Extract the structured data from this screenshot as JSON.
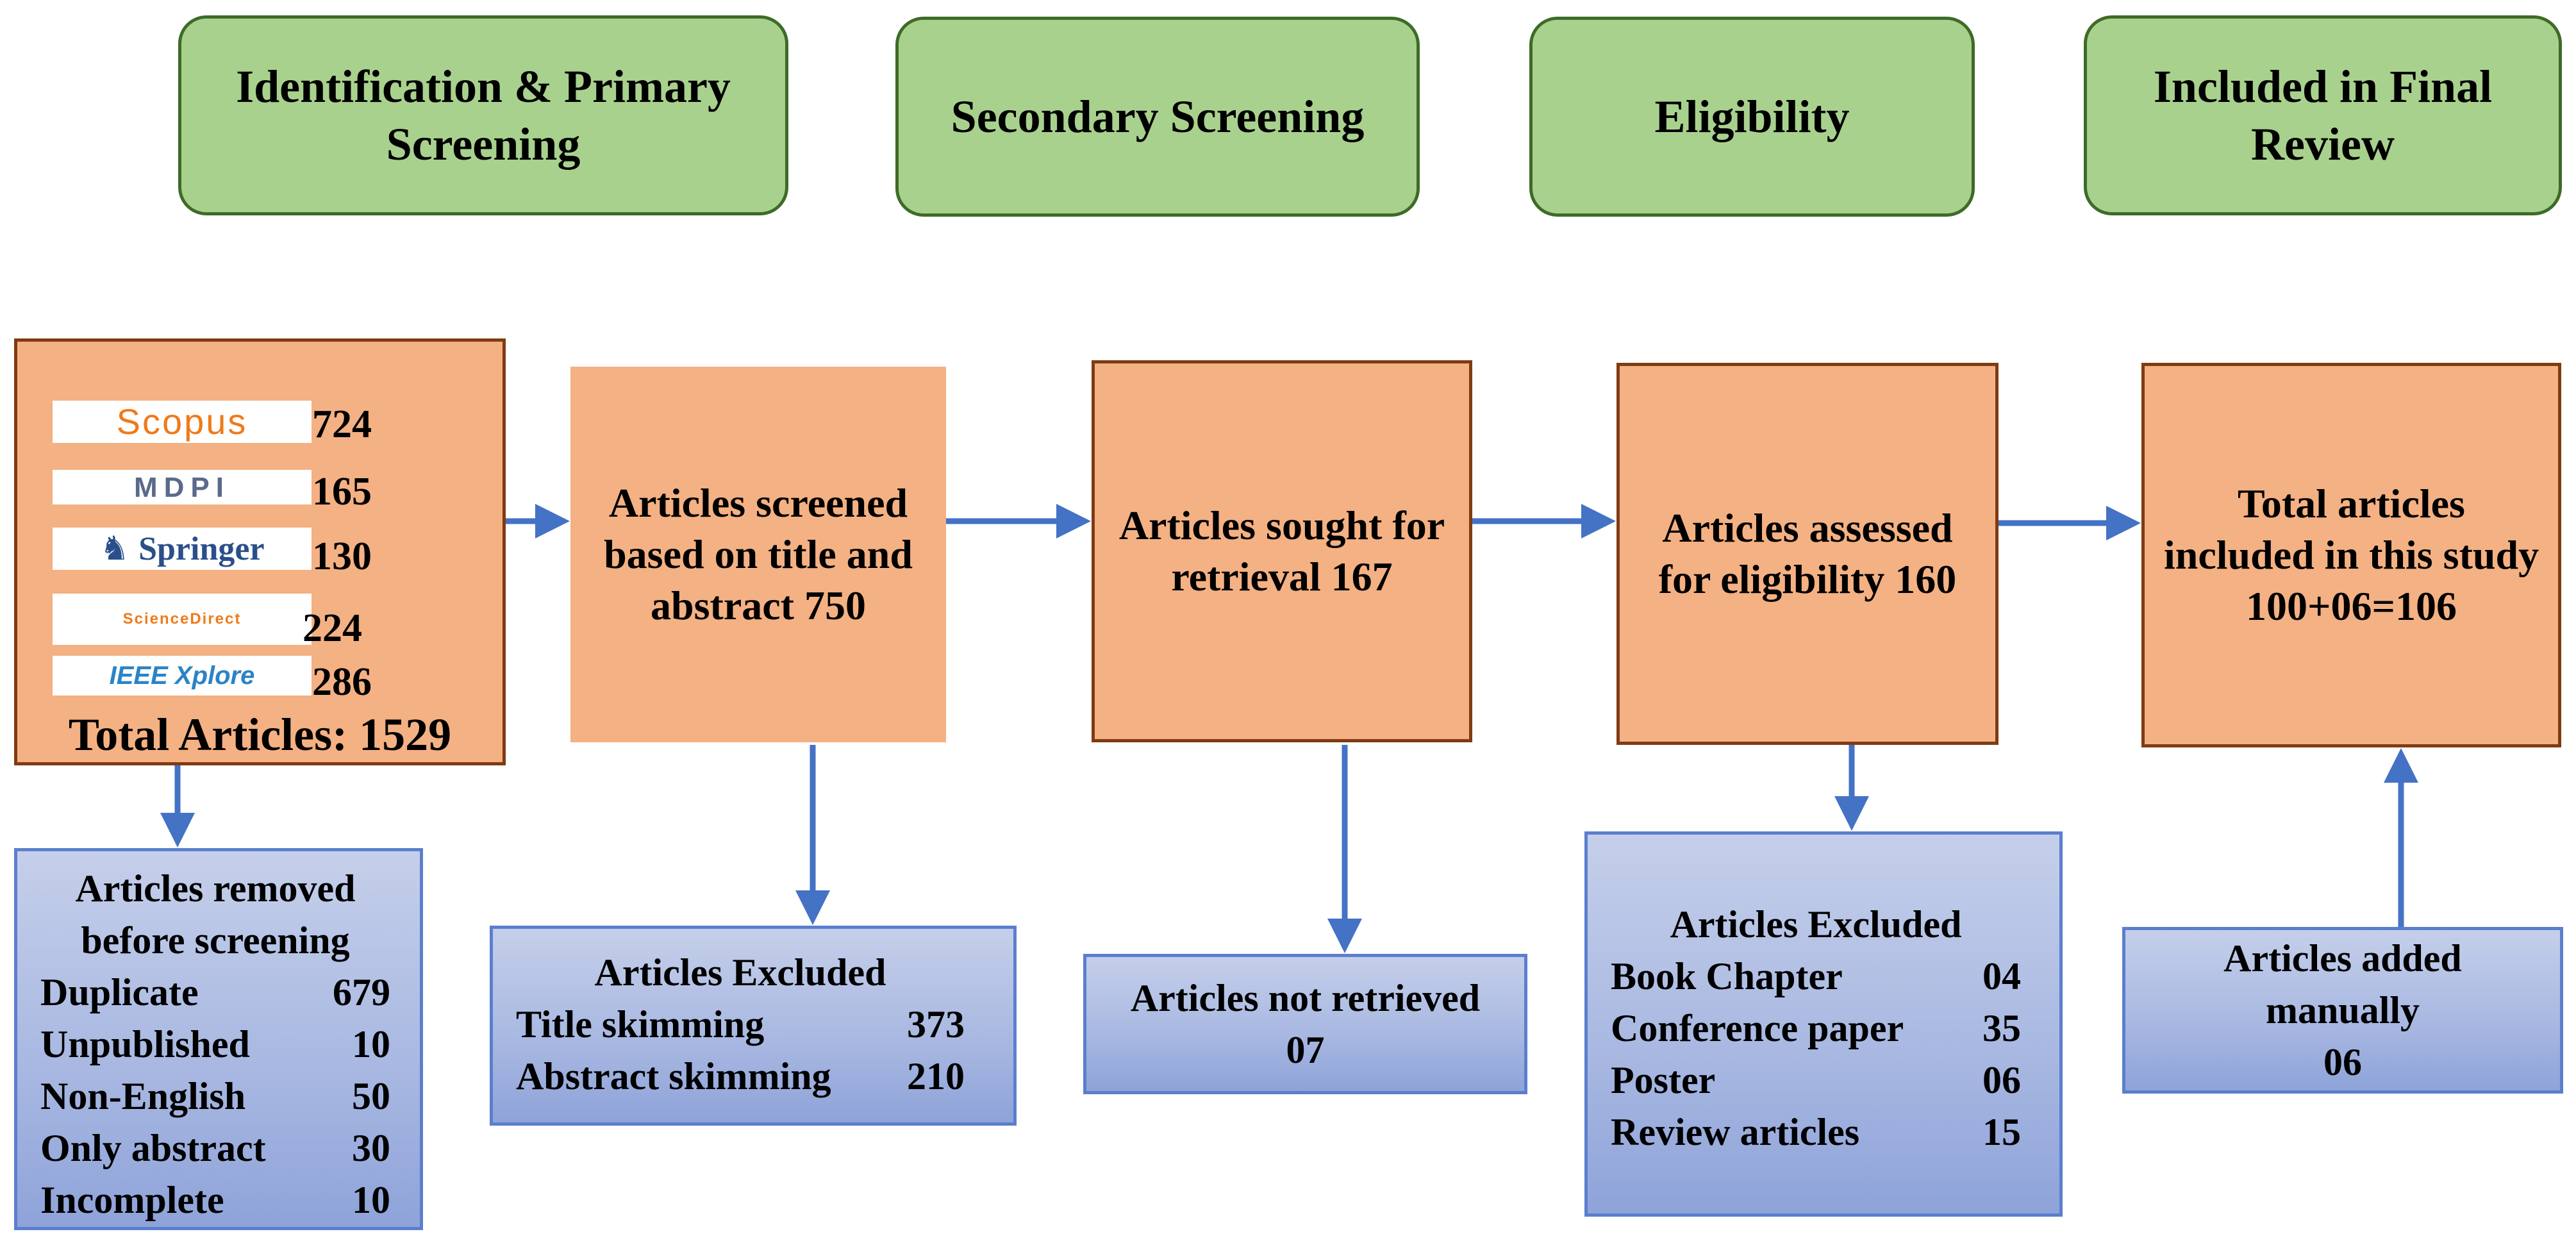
{
  "phases": {
    "identification": "Identification & Primary Screening",
    "secondary": "Secondary Screening",
    "eligibility": "Eligibility",
    "included": "Included in Final Review"
  },
  "sources": [
    {
      "name": "Scopus",
      "logo_text": "Scopus",
      "count": "724",
      "icon": "scopus-logo"
    },
    {
      "name": "MDPI",
      "logo_text": "MDPI",
      "count": "165",
      "icon": "mdpi-logo"
    },
    {
      "name": "Springer",
      "logo_text": "Springer",
      "count": "130",
      "icon": "springer-logo"
    },
    {
      "name": "ScienceDirect",
      "logo_text": "ScienceDirect",
      "count": "224",
      "icon": "sciencedirect-logo"
    },
    {
      "name": "IEEE Xplore",
      "logo_text": "IEEE Xplore",
      "count": "286",
      "icon": "ieee-xplore-logo"
    }
  ],
  "total_articles": "Total Articles: 1529",
  "stages": {
    "screened": "Articles screened based on title and abstract 750",
    "sought": "Articles sought for retrieval 167",
    "assessed": "Articles assessed for eligibility 160",
    "included": "Total articles included in this study 100+06=106"
  },
  "removed": {
    "title": "Articles removed before screening",
    "rows": [
      {
        "label": "Duplicate",
        "value": "679"
      },
      {
        "label": "Unpublished",
        "value": "10"
      },
      {
        "label": "Non-English",
        "value": "50"
      },
      {
        "label": "Only abstract",
        "value": "30"
      },
      {
        "label": "Incomplete",
        "value": "10"
      }
    ]
  },
  "excluded_screening": {
    "title": "Articles Excluded",
    "rows": [
      {
        "label": "Title skimming",
        "value": "373"
      },
      {
        "label": "Abstract skimming",
        "value": "210"
      }
    ]
  },
  "not_retrieved": {
    "title": "Articles not retrieved",
    "value": "07"
  },
  "excluded_eligibility": {
    "title": "Articles Excluded",
    "rows": [
      {
        "label": "Book Chapter",
        "value": "04"
      },
      {
        "label": "Conference paper",
        "value": "35"
      },
      {
        "label": "Poster",
        "value": "06"
      },
      {
        "label": "Review articles",
        "value": "15"
      }
    ]
  },
  "added_manually": {
    "title": "Articles added manually",
    "value": "06"
  },
  "colors": {
    "phase_fill": "#a9d18e",
    "phase_border": "#3e6b28",
    "stage_fill": "#f4b183",
    "stage_border": "#7f3b12",
    "info_fill": "#a7b7e1",
    "info_border": "#5b7fce",
    "arrow": "#4472c4"
  }
}
